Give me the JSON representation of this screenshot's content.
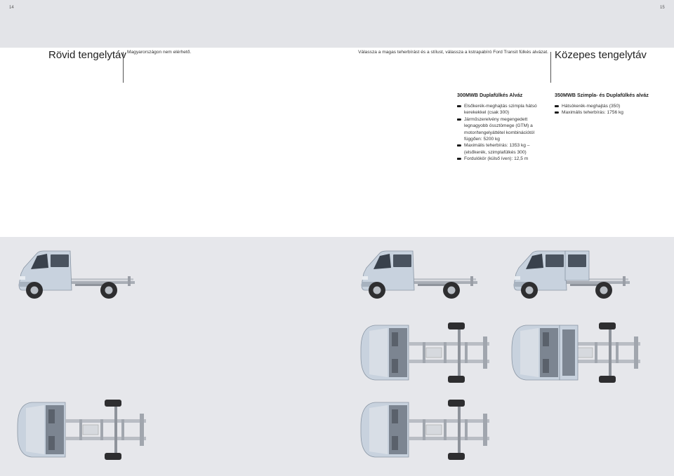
{
  "page_left_number": "14",
  "page_right_number": "15",
  "left_title": "Rövid tengelytáv",
  "left_note": "Magyarországon nem elérhető.",
  "intro_text": "Válassza a magas teherbírást és a stílust, válassza a kstrapabíró Ford Transit fülkés alvázat.",
  "right_title": "Közepes tengelytáv",
  "spec_300": {
    "heading": "300MWB Duplafülkés Alváz",
    "items": [
      "Elsőkerék-meghajtás szimpla hátsó kerekekkel (csak 300)",
      "Járműszerelvény megengedett legnagyobb össztömege (GTM) a motor/tengelyáttétel kombinációtól függően: 5200 kg",
      "Maximális teherbírás: 1353 kg – (elsőkerék, szimplafülkés 300)",
      "Fordulókör (külső íven): 12,5 m"
    ]
  },
  "spec_350": {
    "heading": "350MWB Szimpla- és Duplafülkés alváz",
    "items": [
      "Hátsókerék-meghajtás (350)",
      "Maximális teherbírás: 1756 kg"
    ]
  },
  "colors": {
    "van_body": "#c8d2de",
    "tire": "#2e2e30",
    "chassis": "#b9bdc4"
  },
  "icons": [
    "bullet-icon"
  ]
}
